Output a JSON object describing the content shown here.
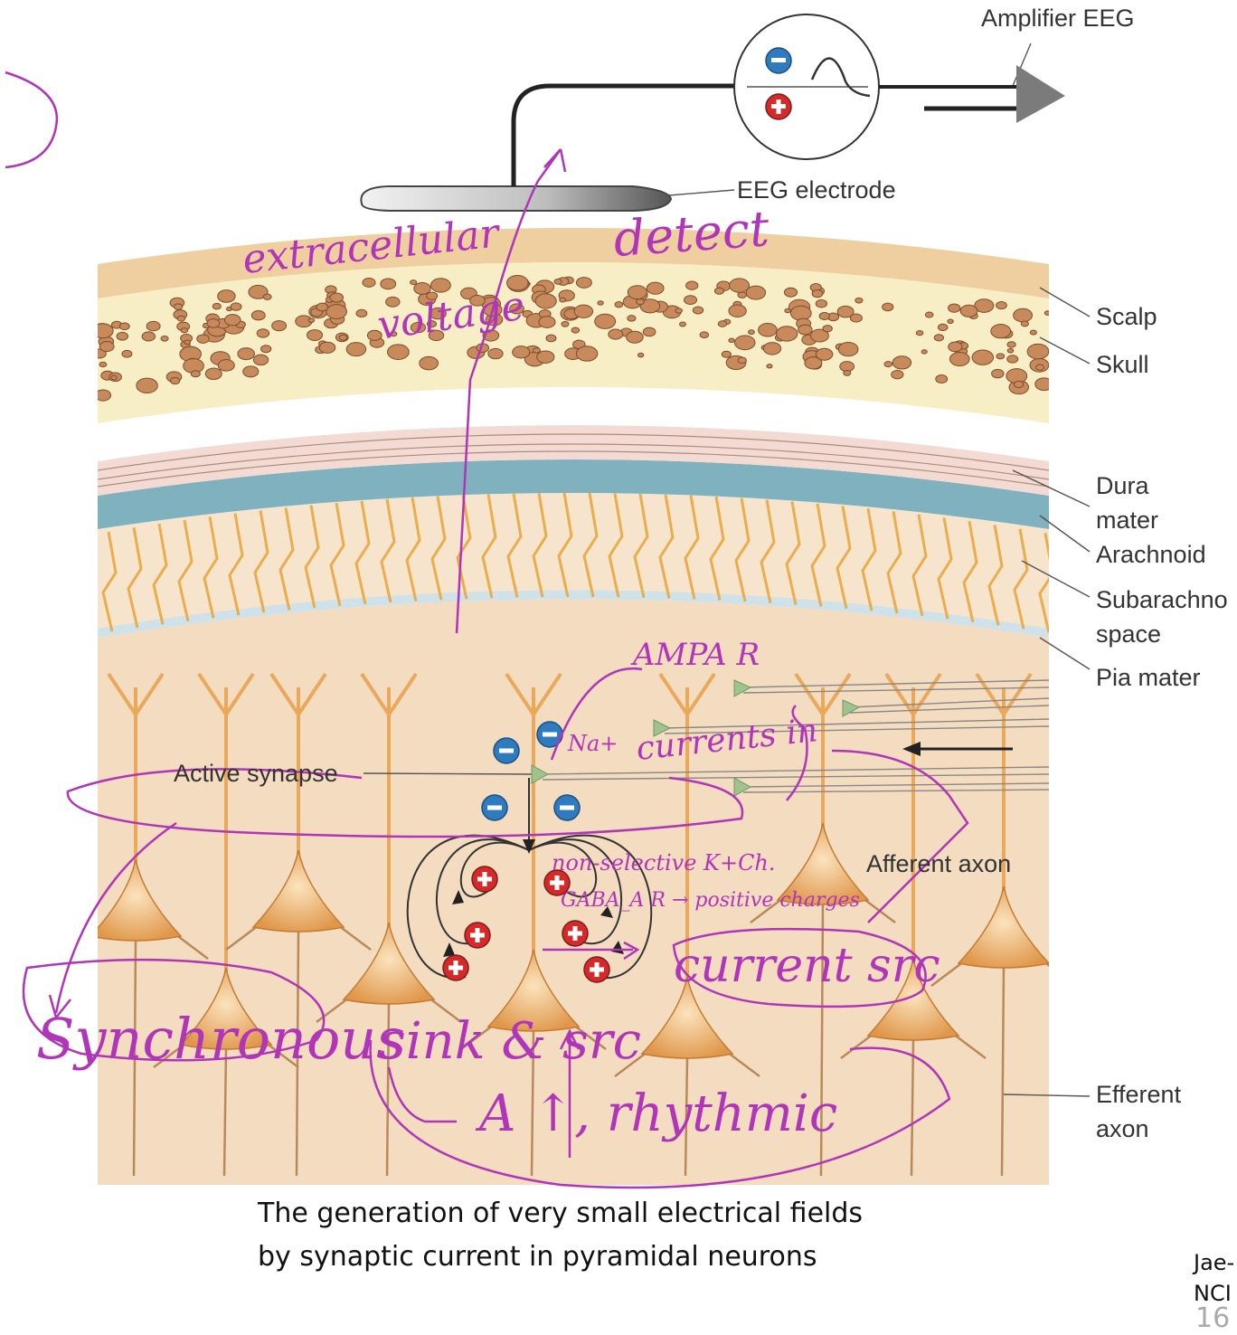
{
  "labels": {
    "amplifier": "Amplifier EEG",
    "electrode": "EEG electrode",
    "scalp": "Scalp",
    "skull": "Skull",
    "dura_1": "Dura",
    "dura_2": "mater",
    "arachnoid": "Arachnoid",
    "subarachnoid_1": "Subarachno",
    "subarachnoid_2": "space",
    "pia": "Pia mater",
    "active_synapse": "Active synapse",
    "afferent": "Afferent axon",
    "efferent_1": "Efferent",
    "efferent_2": "axon"
  },
  "caption": {
    "line1": "The generation of very small electrical fields",
    "line2": "by synaptic current in pyramidal neurons"
  },
  "corner": {
    "line1": "Jae-",
    "line2": "NCI",
    "page": "16"
  },
  "annotations": {
    "extracellular": "extracellular",
    "detect": "detect",
    "voltage": "voltage",
    "ampar": "AMPA R",
    "na": "Na+",
    "currents_in": "currents in",
    "nonselective": "non-selective K+Ch.",
    "gaba": "GABA_A R → positive charges",
    "current_src": "current src",
    "synchronous": "Synchronous",
    "sink_src": "sink & src",
    "rhythmic": "A ↑, rhythmic"
  },
  "colors": {
    "scalp": "#efcf9f",
    "skull": "#f7eec6",
    "dura": "#f3dad2",
    "arachnoid": "#7fb1bf",
    "cortex": "#f4dcc0",
    "neuron": "#e9a85a",
    "trabeculae": "#e9ad4d",
    "annotation": "#b035b8",
    "negative": "#2e7bc0",
    "positive": "#d62a2a"
  }
}
